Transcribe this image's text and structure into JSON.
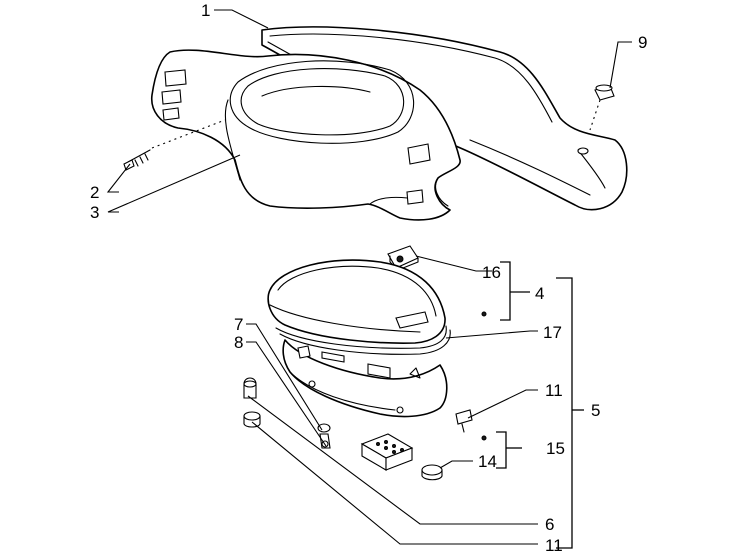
{
  "callouts": {
    "c1": "1",
    "c2": "2",
    "c3": "3",
    "c4": "4",
    "c5": "5",
    "c6": "6",
    "c7": "7",
    "c8": "8",
    "c9": "9",
    "c11a": "11",
    "c11b": "11",
    "c14": "14",
    "c15": "15",
    "c16": "16",
    "c17": "17"
  }
}
